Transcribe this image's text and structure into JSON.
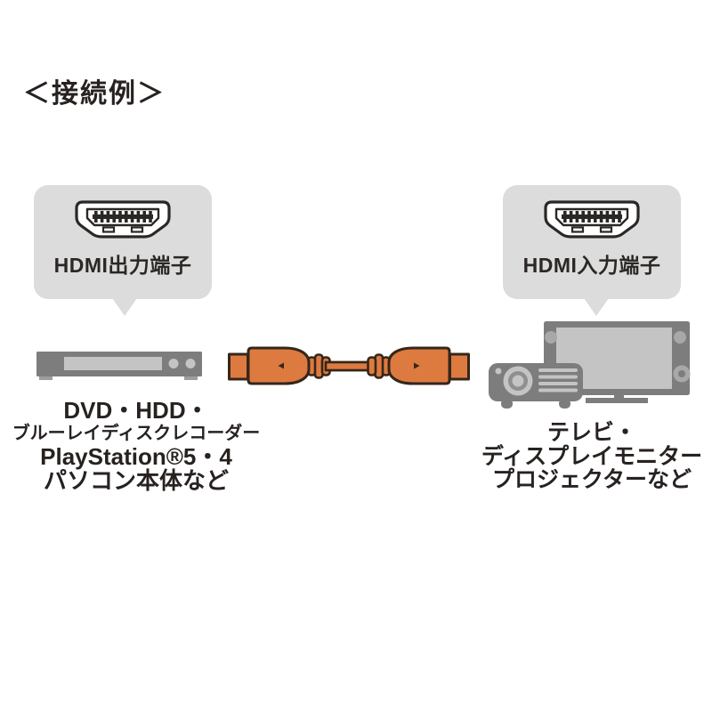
{
  "title": "＜接続例＞",
  "colors": {
    "background": "#ffffff",
    "text": "#272220",
    "bubble_bg": "#dcdcdc",
    "device_gray": "#7d7d7d",
    "device_light_gray": "#c4c4c4",
    "device_mid_gray": "#a8a8a8",
    "cable_orange": "#dd7a40",
    "cable_outline": "#35261a",
    "icon_outline": "#2b2724"
  },
  "callouts": {
    "left": {
      "label": "HDMI出力端子",
      "icon": "hdmi-connector-icon"
    },
    "right": {
      "label": "HDMI入力端子",
      "icon": "hdmi-connector-icon"
    }
  },
  "source_device": {
    "illustration": "dvd-recorder-illustration",
    "caption_lines": [
      "DVD・HDD・",
      "ブルーレイディスクレコーダー",
      "PlayStation®5・4",
      "パソコン本体など"
    ]
  },
  "cable": {
    "illustration": "hdmi-cable-illustration"
  },
  "display_device": {
    "illustration": "tv-and-projector-illustration",
    "caption_lines": [
      "テレビ・",
      "ディスプレイモニター",
      "プロジェクターなど"
    ]
  }
}
